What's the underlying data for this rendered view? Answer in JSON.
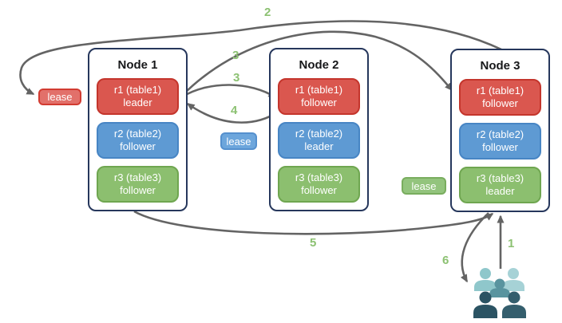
{
  "nodes": [
    {
      "title": "Node 1",
      "replicas": [
        {
          "label": "r1 (table1)",
          "role": "leader",
          "color": "red"
        },
        {
          "label": "r2 (table2)",
          "role": "follower",
          "color": "blue"
        },
        {
          "label": "r3 (table3)",
          "role": "follower",
          "color": "green"
        }
      ]
    },
    {
      "title": "Node 2",
      "replicas": [
        {
          "label": "r1 (table1)",
          "role": "follower",
          "color": "red"
        },
        {
          "label": "r2 (table2)",
          "role": "leader",
          "color": "blue"
        },
        {
          "label": "r3 (table3)",
          "role": "follower",
          "color": "green"
        }
      ]
    },
    {
      "title": "Node 3",
      "replicas": [
        {
          "label": "r1 (table1)",
          "role": "follower",
          "color": "red"
        },
        {
          "label": "r2 (table2)",
          "role": "follower",
          "color": "blue"
        },
        {
          "label": "r3 (table3)",
          "role": "leader",
          "color": "green"
        }
      ]
    }
  ],
  "leases": [
    {
      "label": "lease",
      "color": "#e2706a"
    },
    {
      "label": "lease",
      "color": "#6da6dc"
    },
    {
      "label": "lease",
      "color": "#93c47d"
    }
  ],
  "steps": {
    "s1": "1",
    "s2": "2",
    "s3a": "3",
    "s3b": "3",
    "s4": "4",
    "s5": "5",
    "s6": "6"
  },
  "icons": {
    "users": "users-crowd-icon"
  },
  "colors": {
    "replica_red": "#da574f",
    "replica_blue": "#5e9ad3",
    "replica_green": "#8cbf6f",
    "node_border": "#26375c",
    "arrow_gray": "#646464",
    "step_label_green": "#8cc172"
  }
}
